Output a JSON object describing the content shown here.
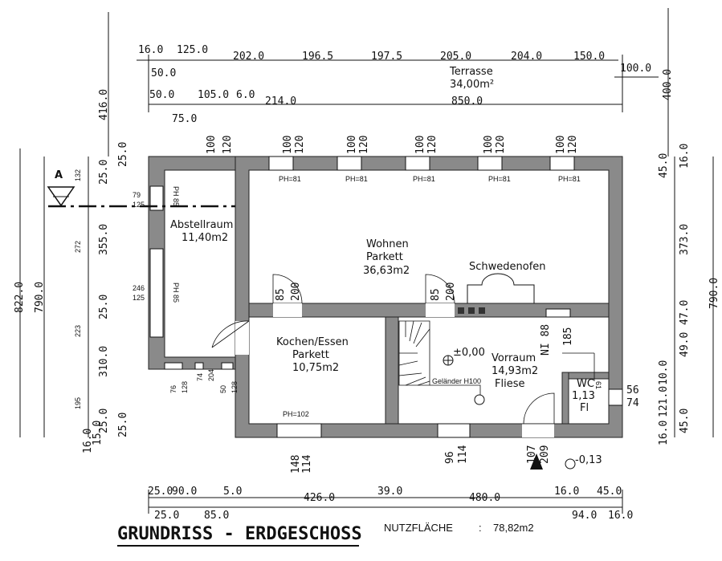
{
  "title": "GRUNDRISS - ERDGESCHOSS",
  "nutzflaeche": {
    "label": "NUTZFLÄCHE",
    "separator": ":",
    "value": "78,82m2"
  },
  "rooms": {
    "wohnen": {
      "name": "Wohnen",
      "floor": "Parkett",
      "area": "36,63m2"
    },
    "abstellraum": {
      "name": "Abstellraum",
      "area": "11,40m2"
    },
    "kochen": {
      "name": "Kochen/Essen",
      "floor": "Parkett",
      "area": "10,75m2"
    },
    "vorraum": {
      "name": "Vorraum",
      "area": "14,93m2",
      "floor": "Fliese"
    },
    "wc": {
      "name": "WC",
      "area": "1,13",
      "floor": "Fl"
    },
    "schwedenofen": "Schwedenofen",
    "terrasse": {
      "name": "Terrasse",
      "area": "34,00m²"
    }
  },
  "section": {
    "label": "A"
  },
  "levels": {
    "floor": "±0,00",
    "outside": "-0,13"
  },
  "labels": {
    "ph81": "PH=81",
    "ph102": "PH=102",
    "ph85": "PH 85",
    "gelaender": "Geländer H100",
    "ni88": "NI 88",
    "n185": "185"
  },
  "top_dims_row1": [
    "16.0",
    "125.0",
    "202.0",
    "196.5",
    "197.5",
    "205.0",
    "204.0",
    "150.0",
    "100.0"
  ],
  "top_dims_row1_sub": "50.0",
  "top_dims_row2": [
    "50.0",
    "105.0",
    "6.0",
    "214.0",
    "850.0"
  ],
  "top_dims_row2_sub": "75.0",
  "bottom_dims_row1": [
    "25.0",
    "90.0",
    "5.0",
    "426.0",
    "39.0",
    "480.0",
    "16.0",
    "45.0"
  ],
  "bottom_dims_row2": [
    "25.0",
    "85.0",
    "94.0",
    "16.0"
  ],
  "left_outer": "822.0",
  "left_outer2": "790.0",
  "left_upper": "416.0",
  "left_chain": [
    "25.0",
    "25.0",
    "355.0",
    "25.0",
    "310.0",
    "25.0",
    "16.0",
    "25.0",
    "15.0"
  ],
  "left_small": [
    "132",
    "272",
    "223",
    "195"
  ],
  "right_upper": "400.0",
  "right_chain": [
    "45.0",
    "16.0",
    "373.0",
    "47.0",
    "49.0",
    "10.0",
    "121.0",
    "45.0",
    "16.0"
  ],
  "right_outer": "790.0",
  "window_tops": [
    "100",
    "120"
  ],
  "window_left": [
    "79",
    "125",
    "246",
    "125"
  ],
  "door_dims": [
    "85",
    "200",
    "85",
    "200"
  ],
  "bottom_window": [
    "148",
    "114",
    "96",
    "114",
    "107",
    "209"
  ],
  "small_windows": [
    "76",
    "128",
    "74",
    "204",
    "50",
    "128"
  ],
  "wc_dims": [
    "56",
    "74",
    "61"
  ]
}
